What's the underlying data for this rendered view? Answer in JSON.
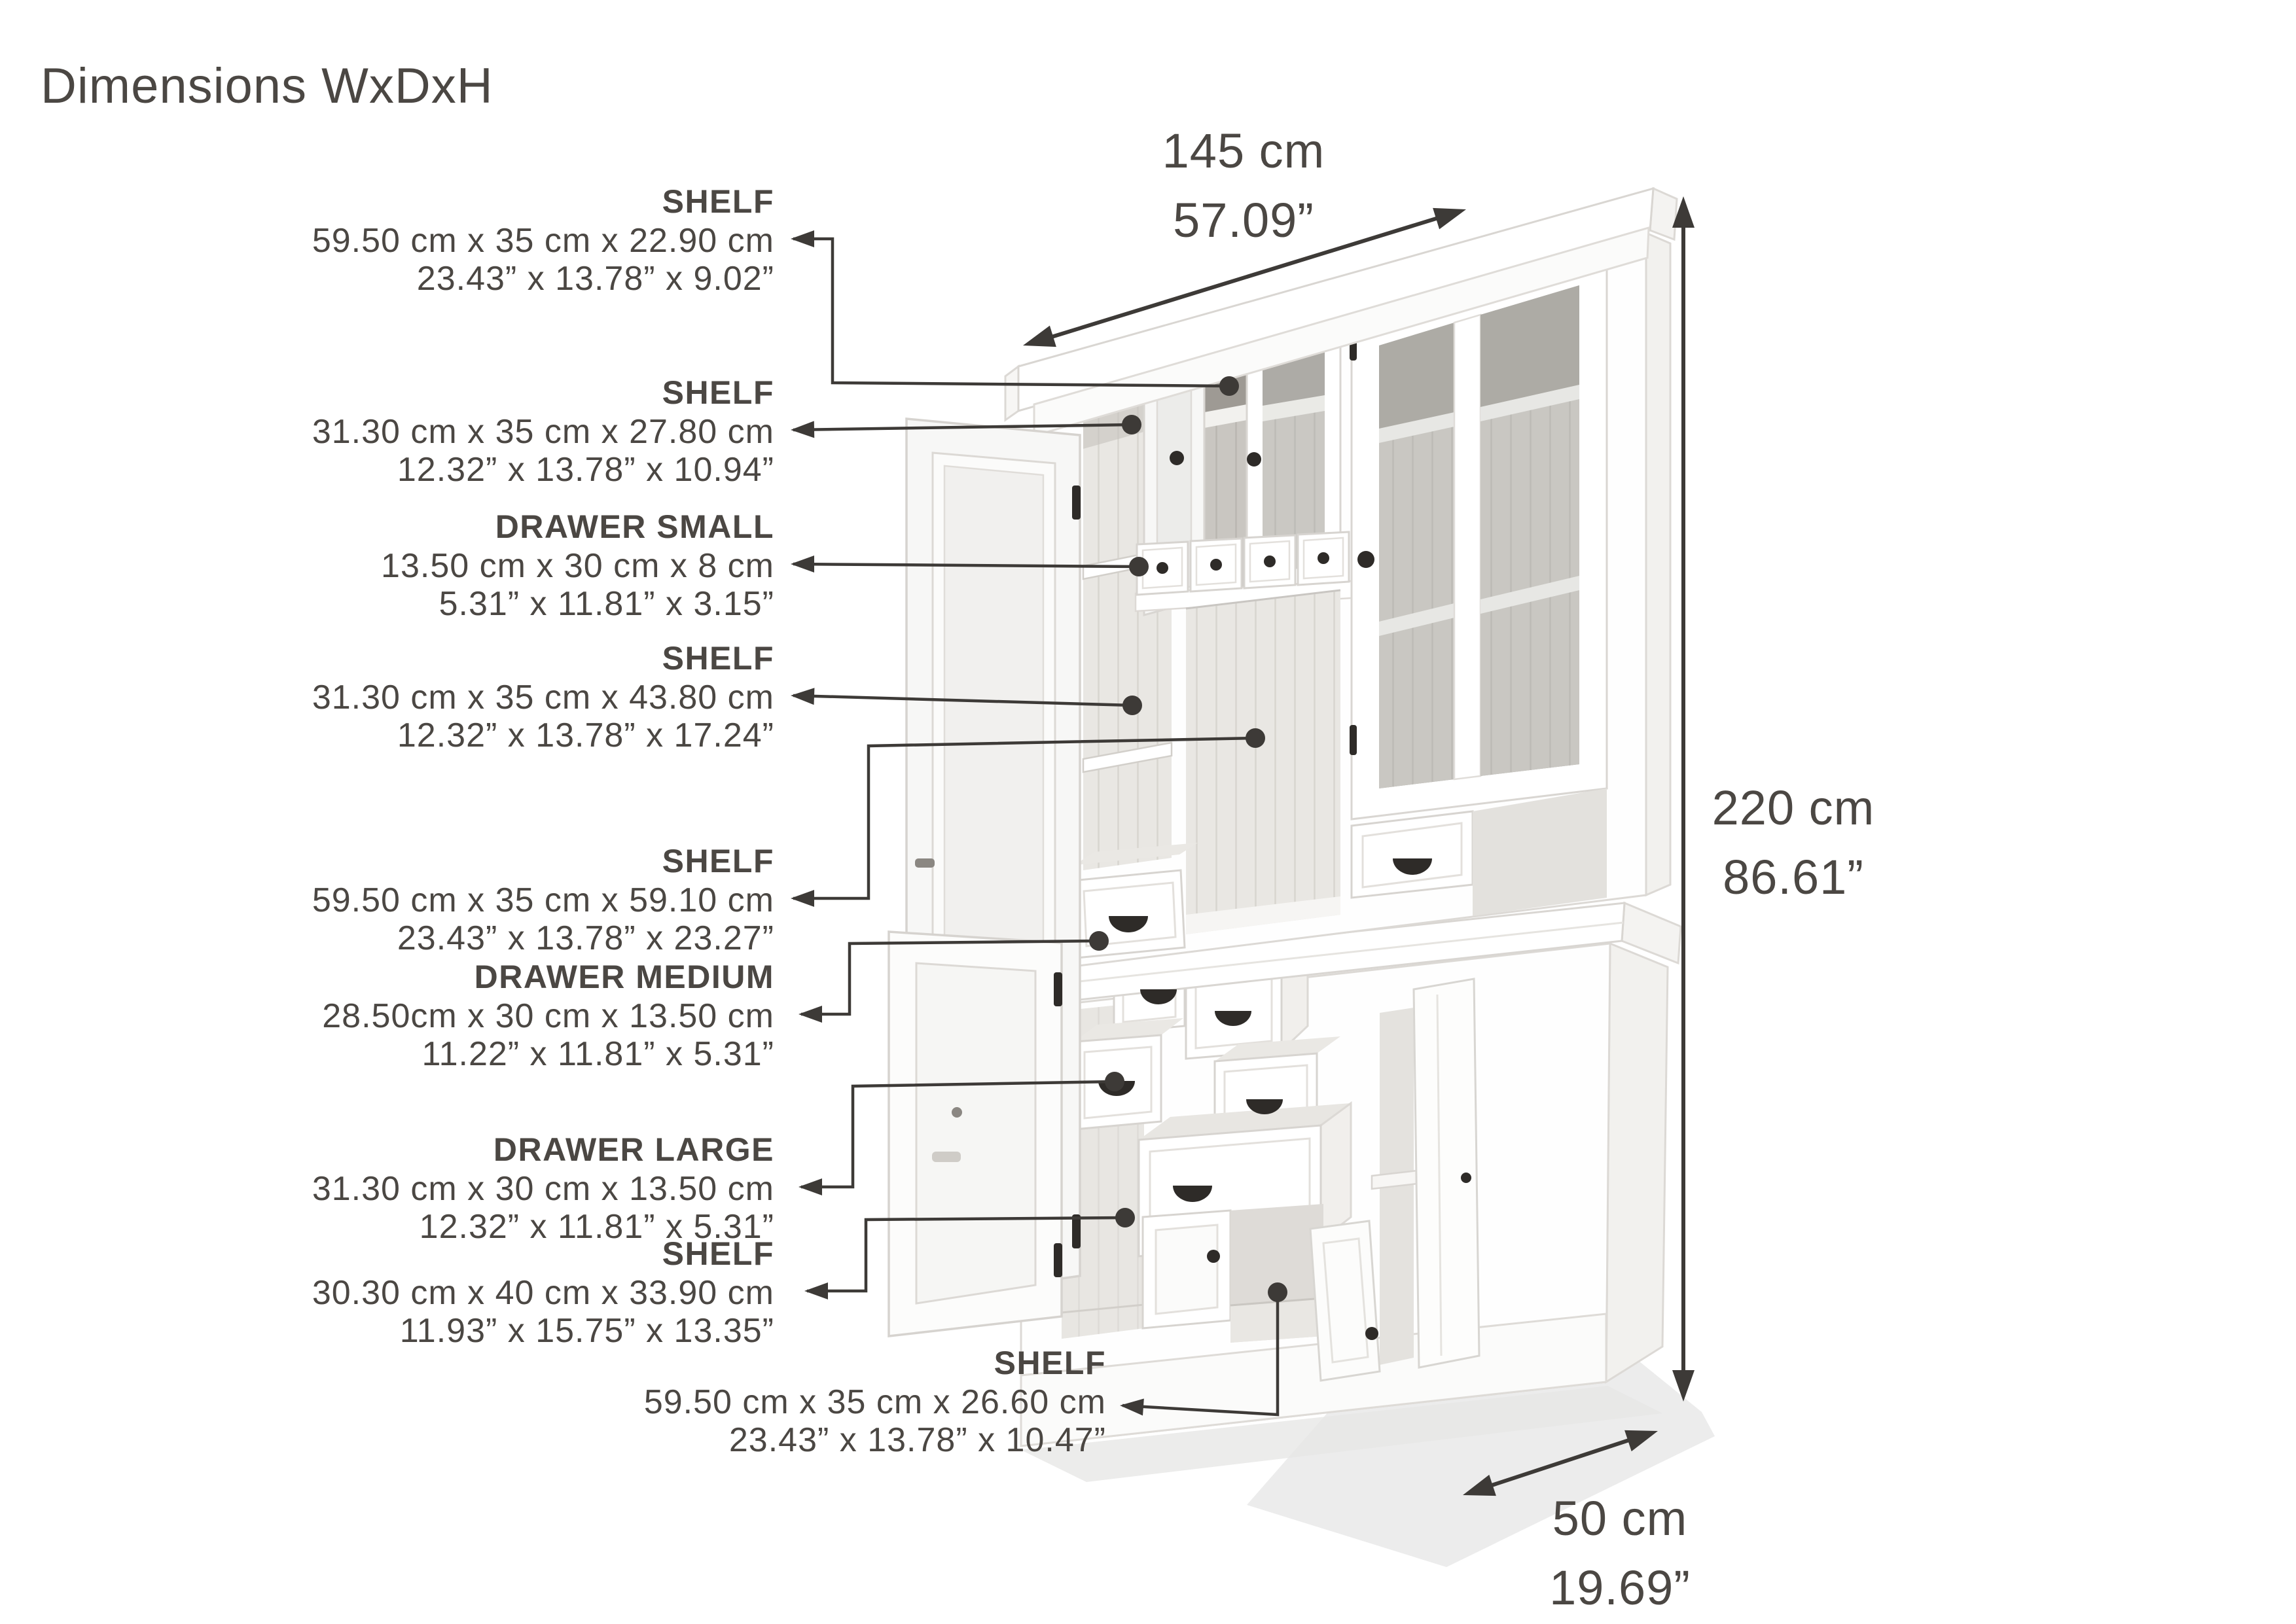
{
  "page": {
    "title": "Dimensions WxDxH"
  },
  "overall_dimensions": {
    "width_cm": "145 cm",
    "width_in": "57.09”",
    "height_cm": "220 cm",
    "height_in": "86.61”",
    "depth_cm": "50 cm",
    "depth_in": "19.69”"
  },
  "part_labels": [
    {
      "name": "SHELF",
      "metric": "59.50 cm x 35 cm x 22.90 cm",
      "imperial": "23.43” x 13.78” x 9.02”"
    },
    {
      "name": "SHELF",
      "metric": "31.30 cm x 35 cm x 27.80 cm",
      "imperial": "12.32” x 13.78” x 10.94”"
    },
    {
      "name": "DRAWER SMALL",
      "metric": "13.50 cm x 30 cm x 8 cm",
      "imperial": "5.31” x 11.81” x 3.15”"
    },
    {
      "name": "SHELF",
      "metric": "31.30 cm x 35 cm x 43.80 cm",
      "imperial": "12.32” x 13.78” x 17.24”"
    },
    {
      "name": "SHELF",
      "metric": "59.50 cm x 35 cm x 59.10 cm",
      "imperial": "23.43” x 13.78” x 23.27”"
    },
    {
      "name": "DRAWER MEDIUM",
      "metric": "28.50cm x 30 cm x 13.50 cm",
      "imperial": "11.22” x 11.81” x 5.31”"
    },
    {
      "name": "DRAWER LARGE",
      "metric": "31.30 cm x 30 cm x 13.50 cm",
      "imperial": "12.32” x 11.81” x 5.31”"
    },
    {
      "name": "SHELF",
      "metric": "30.30 cm x 40 cm x 33.90 cm",
      "imperial": "11.93” x 15.75” x 13.35”"
    },
    {
      "name": "SHELF",
      "metric": "59.50 cm x 35 cm x 26.60 cm",
      "imperial": "23.43” x 13.78” x 10.47”"
    }
  ],
  "illustration": {
    "subject": "white-buffet-hutch-cabinet",
    "body_color": "#ffffff",
    "hardware_color": "#2e2b28",
    "line_color": "#3d3a37",
    "text_color": "#4b4743"
  }
}
